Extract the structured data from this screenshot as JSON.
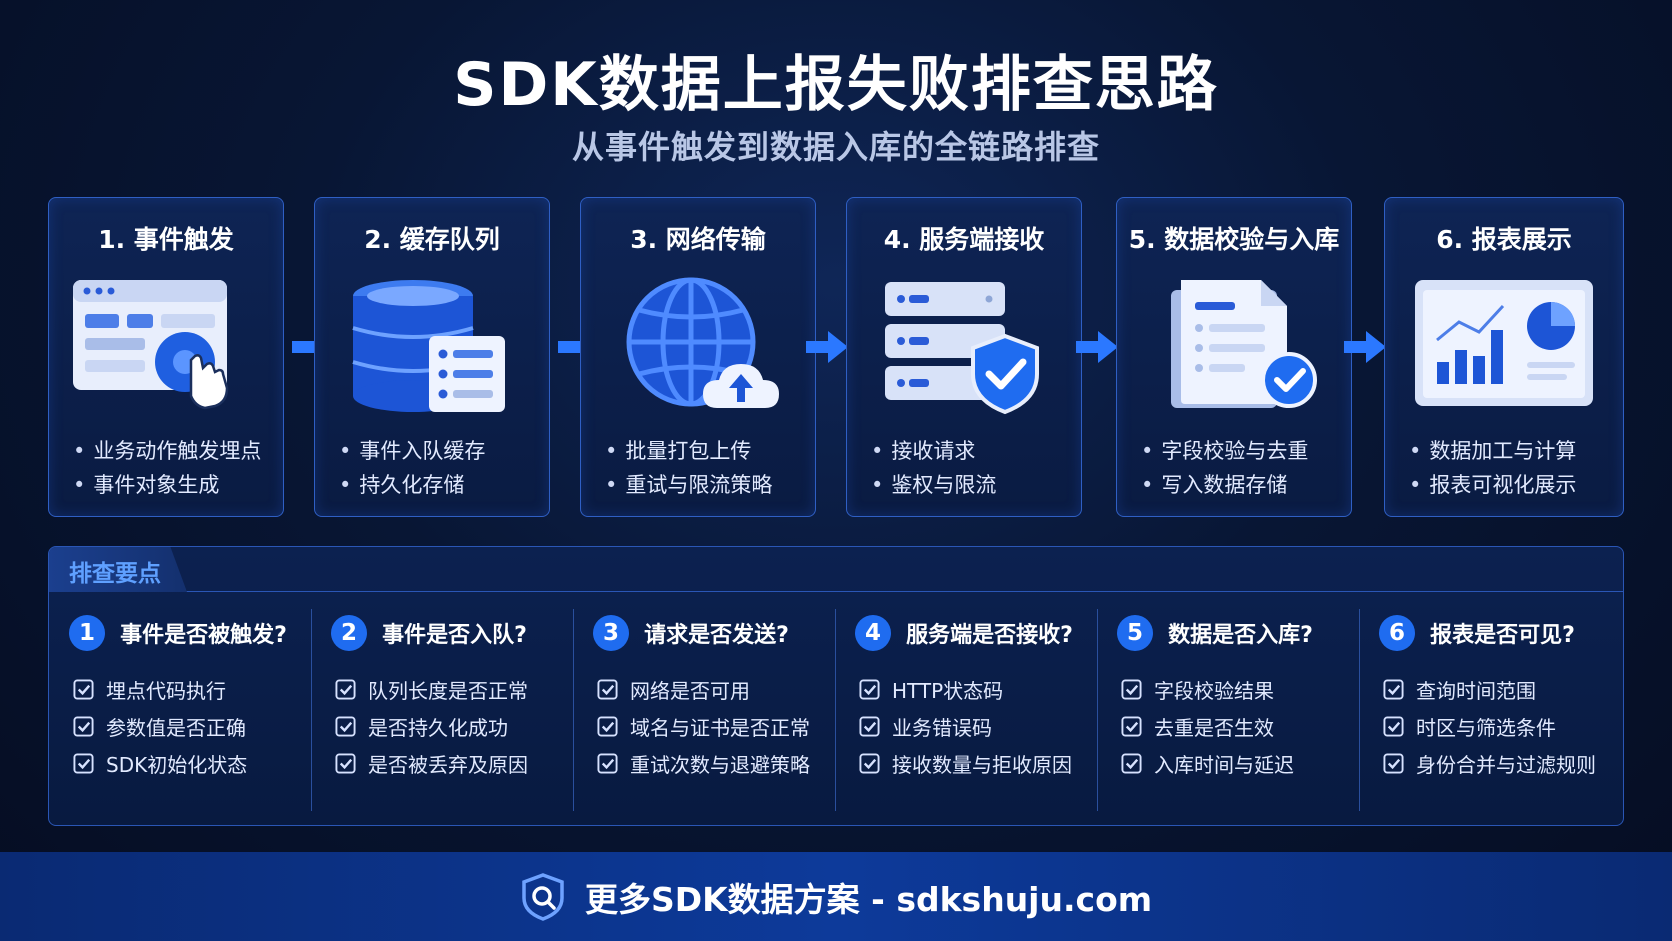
{
  "header": {
    "title": "SDK数据上报失败排查思路",
    "subtitle": "从事件触发到数据入库的全链路排查"
  },
  "steps": [
    {
      "title": "1. 事件触发",
      "icon": "browser-click-icon",
      "bullets": [
        "业务动作触发埋点",
        "事件对象生成"
      ]
    },
    {
      "title": "2. 缓存队列",
      "icon": "database-list-icon",
      "bullets": [
        "事件入队缓存",
        "持久化存储"
      ]
    },
    {
      "title": "3. 网络传输",
      "icon": "globe-upload-icon",
      "bullets": [
        "批量打包上传",
        "重试与限流策略"
      ]
    },
    {
      "title": "4. 服务端接收",
      "icon": "server-shield-icon",
      "bullets": [
        "接收请求",
        "鉴权与限流"
      ]
    },
    {
      "title": "5. 数据校验与入库",
      "icon": "document-check-icon",
      "bullets": [
        "字段校验与去重",
        "写入数据存储"
      ]
    },
    {
      "title": "6. 报表展示",
      "icon": "dashboard-chart-icon",
      "bullets": [
        "数据加工与计算",
        "报表可视化展示"
      ]
    }
  ],
  "checklist": {
    "label": "排查要点",
    "columns": [
      {
        "num": "1",
        "title": "事件是否被触发?",
        "items": [
          "埋点代码执行",
          "参数值是否正确",
          "SDK初始化状态"
        ]
      },
      {
        "num": "2",
        "title": "事件是否入队?",
        "items": [
          "队列长度是否正常",
          "是否持久化成功",
          "是否被丢弃及原因"
        ]
      },
      {
        "num": "3",
        "title": "请求是否发送?",
        "items": [
          "网络是否可用",
          "域名与证书是否正常",
          "重试次数与退避策略"
        ]
      },
      {
        "num": "4",
        "title": "服务端是否接收?",
        "items": [
          "HTTP状态码",
          "业务错误码",
          "接收数量与拒收原因"
        ]
      },
      {
        "num": "5",
        "title": "数据是否入库?",
        "items": [
          "字段校验结果",
          "去重是否生效",
          "入库时间与延迟"
        ]
      },
      {
        "num": "6",
        "title": "报表是否可见?",
        "items": [
          "查询时间范围",
          "时区与筛选条件",
          "身份合并与过滤规则"
        ]
      }
    ]
  },
  "footer": {
    "text": "更多SDK数据方案 - sdkshuju.com",
    "icon": "shield-search-icon"
  },
  "colors": {
    "accent": "#1f6cf0",
    "border": "#2f5fc4",
    "background": "#081634"
  }
}
